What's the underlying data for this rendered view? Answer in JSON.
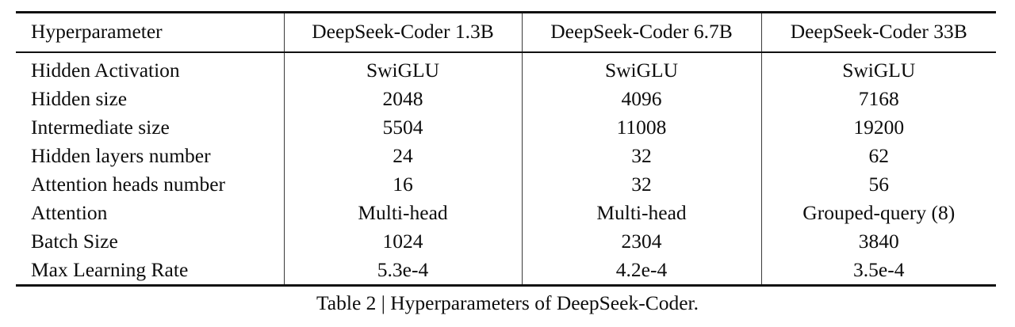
{
  "document": {
    "kind": "paper-table-figure",
    "background_color": "#ffffff",
    "text_color": "#0d0d0d",
    "rule_color": "#111111",
    "separator_color": "#3a3a3a"
  },
  "table": {
    "columns": [
      {
        "key": "hyperparameter",
        "label": "Hyperparameter",
        "align": "left"
      },
      {
        "key": "dsc_1_3b",
        "label": "DeepSeek-Coder 1.3B",
        "align": "center"
      },
      {
        "key": "dsc_6_7b",
        "label": "DeepSeek-Coder 6.7B",
        "align": "center"
      },
      {
        "key": "dsc_33b",
        "label": "DeepSeek-Coder 33B",
        "align": "center"
      }
    ],
    "rows": [
      {
        "hyperparameter": "Hidden Activation",
        "dsc_1_3b": "SwiGLU",
        "dsc_6_7b": "SwiGLU",
        "dsc_33b": "SwiGLU"
      },
      {
        "hyperparameter": "Hidden size",
        "dsc_1_3b": "2048",
        "dsc_6_7b": "4096",
        "dsc_33b": "7168"
      },
      {
        "hyperparameter": "Intermediate size",
        "dsc_1_3b": "5504",
        "dsc_6_7b": "11008",
        "dsc_33b": "19200"
      },
      {
        "hyperparameter": "Hidden layers number",
        "dsc_1_3b": "24",
        "dsc_6_7b": "32",
        "dsc_33b": "62"
      },
      {
        "hyperparameter": "Attention heads number",
        "dsc_1_3b": "16",
        "dsc_6_7b": "32",
        "dsc_33b": "56"
      },
      {
        "hyperparameter": "Attention",
        "dsc_1_3b": "Multi-head",
        "dsc_6_7b": "Multi-head",
        "dsc_33b": "Grouped-query (8)"
      },
      {
        "hyperparameter": "Batch Size",
        "dsc_1_3b": "1024",
        "dsc_6_7b": "2304",
        "dsc_33b": "3840"
      },
      {
        "hyperparameter": "Max Learning Rate",
        "dsc_1_3b": "5.3e-4",
        "dsc_6_7b": "4.2e-4",
        "dsc_33b": "3.5e-4"
      }
    ]
  },
  "caption": {
    "text": "Table 2 | Hyperparameters of DeepSeek-Coder.",
    "number": "Table 2",
    "separator": "|",
    "title": "Hyperparameters of DeepSeek-Coder."
  }
}
